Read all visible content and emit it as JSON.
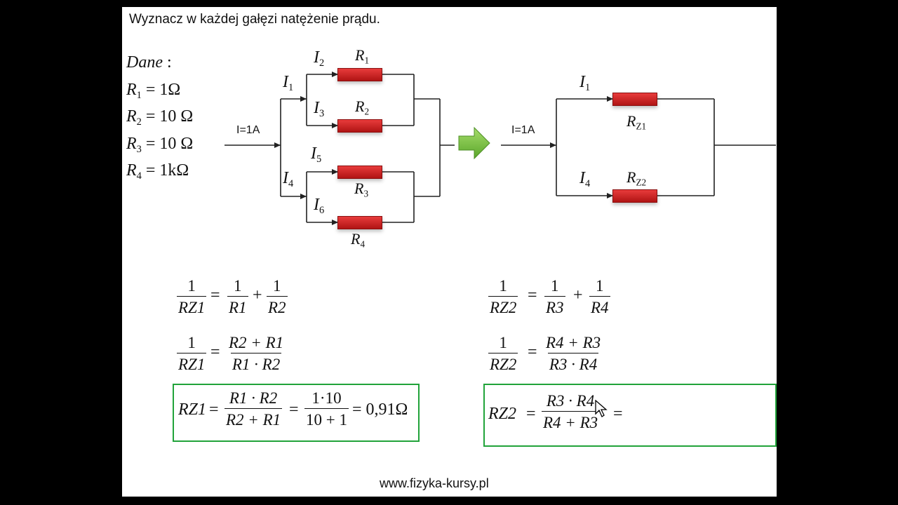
{
  "header": {
    "title": "Wyznacz w każdej gałęzi natężenie prądu."
  },
  "given": {
    "label": "Dane",
    "colon": ":",
    "items": [
      {
        "sym": "R",
        "sub": "1",
        "val": "= 1Ω"
      },
      {
        "sym": "R",
        "sub": "2",
        "val": "= 10 Ω"
      },
      {
        "sym": "R",
        "sub": "3",
        "val": "= 10 Ω"
      },
      {
        "sym": "R",
        "sub": "4",
        "val": "= 1kΩ"
      }
    ]
  },
  "circuit1": {
    "input_label": "I=1A",
    "labels": {
      "I1": {
        "sym": "I",
        "sub": "1"
      },
      "I2": {
        "sym": "I",
        "sub": "2"
      },
      "I3": {
        "sym": "I",
        "sub": "3"
      },
      "I4": {
        "sym": "I",
        "sub": "4"
      },
      "I5": {
        "sym": "I",
        "sub": "5"
      },
      "I6": {
        "sym": "I",
        "sub": "6"
      },
      "R1": {
        "sym": "R",
        "sub": "1"
      },
      "R2": {
        "sym": "R",
        "sub": "2"
      },
      "R3": {
        "sym": "R",
        "sub": "3"
      },
      "R4": {
        "sym": "R",
        "sub": "4"
      }
    }
  },
  "circuit2": {
    "input_label": "I=1A",
    "labels": {
      "I1": {
        "sym": "I",
        "sub": "1"
      },
      "I4": {
        "sym": "I",
        "sub": "4"
      },
      "RZ1": {
        "sym": "R",
        "sub": "Z1"
      },
      "RZ2": {
        "sym": "R",
        "sub": "Z2"
      }
    }
  },
  "equations": {
    "left": {
      "eq1": {
        "lhs_num": "1",
        "lhs_den": "RZ1",
        "a_num": "1",
        "a_den": "R1",
        "b_num": "1",
        "b_den": "R2"
      },
      "eq2": {
        "lhs_num": "1",
        "lhs_den": "RZ1",
        "rhs_num": "R2 + R1",
        "rhs_den": "R1 · R2"
      },
      "eq3": {
        "lhs": "RZ1",
        "f1_num": "R1 · R2",
        "f1_den": "R2 + R1",
        "f2_num": "1·10",
        "f2_den": "10 + 1",
        "result": "= 0,91Ω"
      }
    },
    "right": {
      "eq1": {
        "lhs_num": "1",
        "lhs_den": "RZ2",
        "a_num": "1",
        "a_den": "R3",
        "b_num": "1",
        "b_den": "R4"
      },
      "eq2": {
        "lhs_num": "1",
        "lhs_den": "RZ2",
        "rhs_num": "R4 + R3",
        "rhs_den": "R3 · R4"
      },
      "eq3": {
        "lhs": "RZ2",
        "f1_num": "R3 · R4",
        "f1_den": "R4 + R3",
        "tail": "="
      }
    },
    "eq_sign": "=",
    "plus": "+"
  },
  "footer": {
    "url": "www.fizyka-kursy.pl"
  },
  "colors": {
    "resistor": "#d42020",
    "box_border": "#21a33a",
    "arrow": "#7cc143"
  }
}
